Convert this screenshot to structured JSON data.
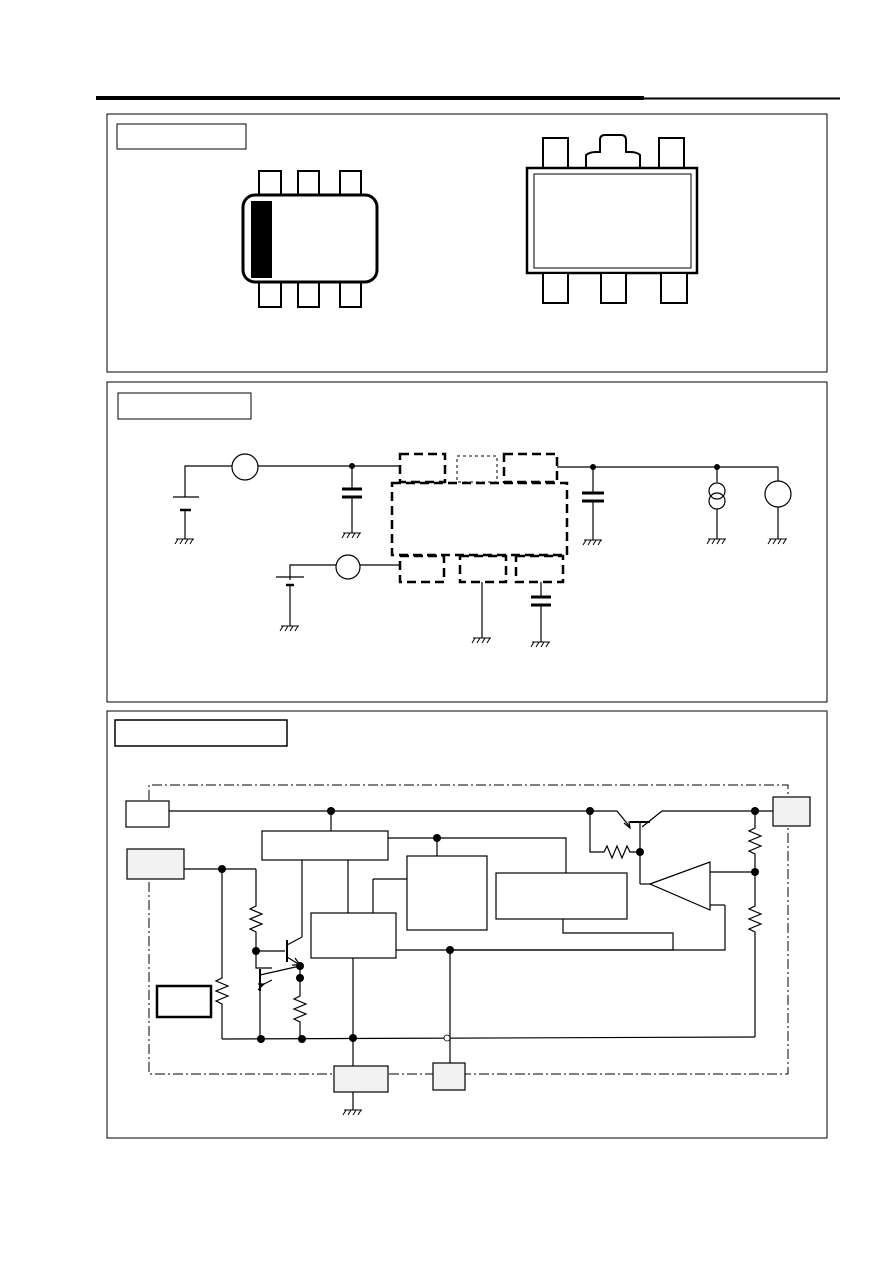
{
  "page": {
    "background": "#ffffff",
    "ink": "#000000",
    "box_fill": "#f2f2f2"
  },
  "sections": [
    {
      "id": "package",
      "title_label": ""
    },
    {
      "id": "application",
      "title_label": ""
    },
    {
      "id": "block-diagram",
      "title_label": ""
    }
  ]
}
